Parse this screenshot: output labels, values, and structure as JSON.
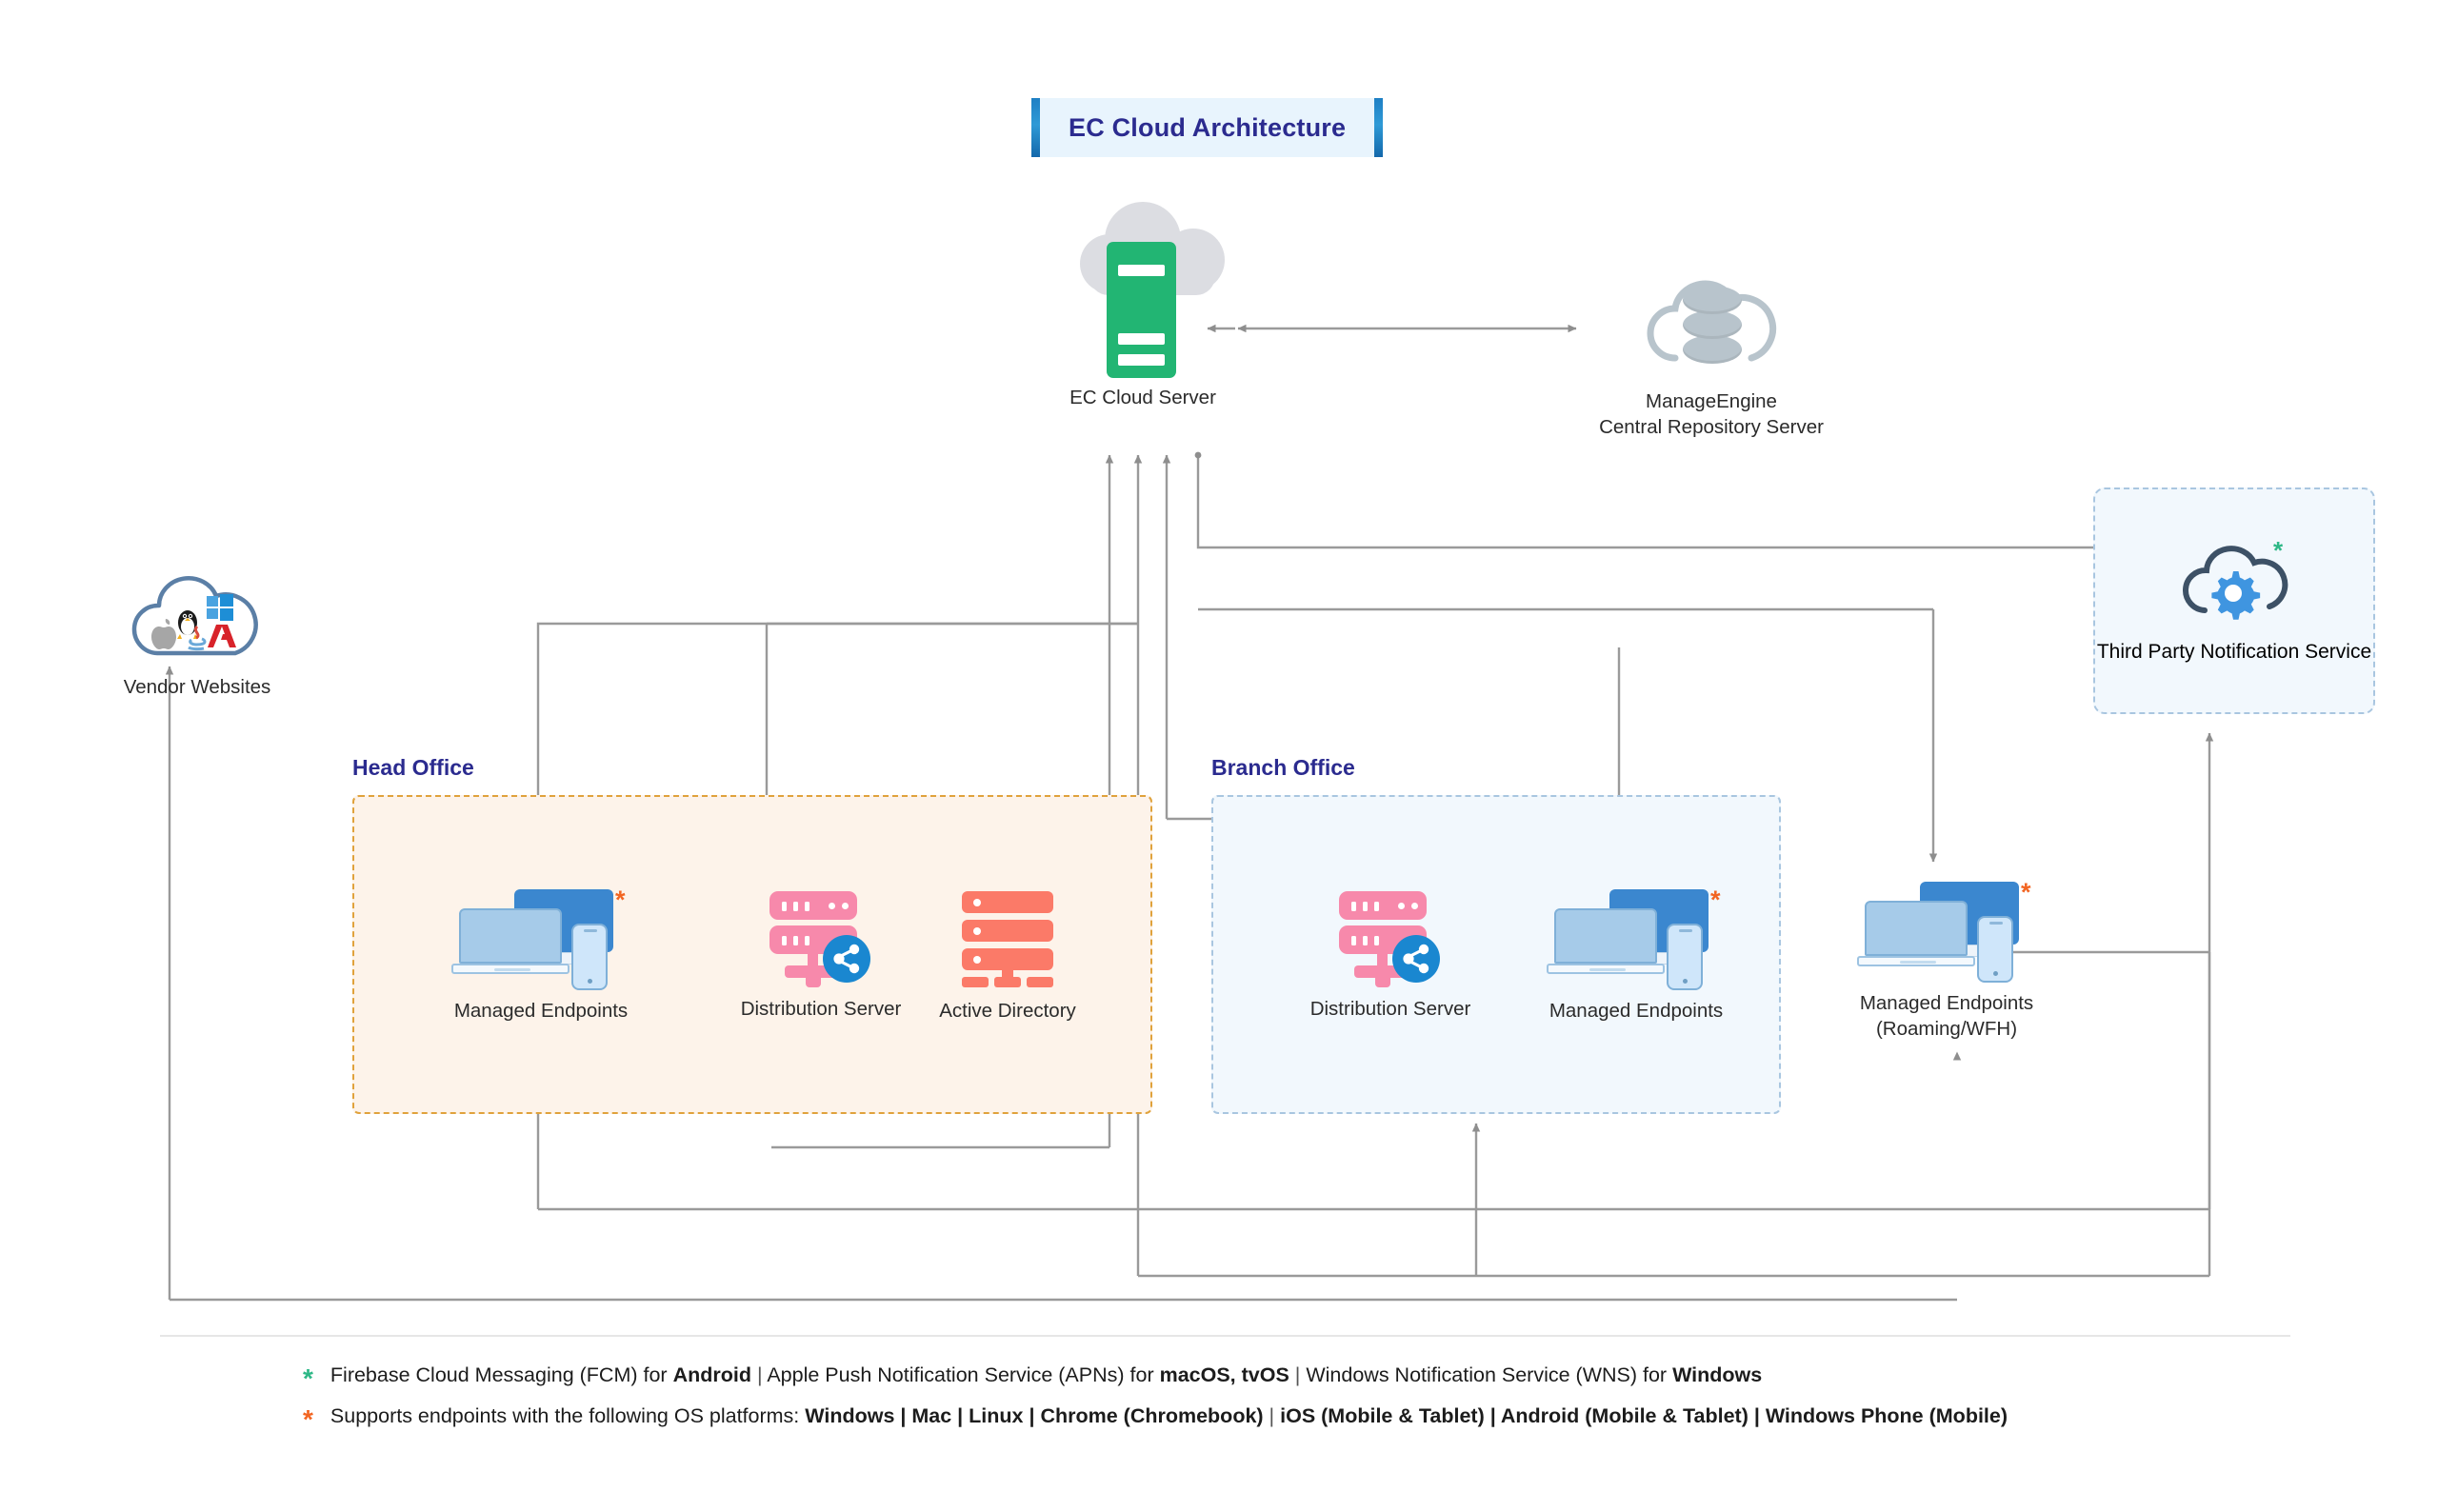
{
  "title": {
    "text": "EC Cloud Architecture"
  },
  "colors": {
    "title_text": "#2b2b8f",
    "title_bg": "#e8f4fd",
    "title_bar": "#1e7fc4",
    "zone_head_border": "#e0a23c",
    "zone_head_fill": "#fdf3ea",
    "zone_branch_border": "#a9c6e0",
    "zone_branch_fill": "#f2f8fd",
    "server_green": "#22b573",
    "distribution_pink": "#f789ab",
    "active_directory_coral": "#fb7a68",
    "endpoint_blue": "#3b87cf",
    "share_badge_blue": "#1a87d0",
    "gear_blue": "#3f95e0",
    "asterisk_orange": "#f26522",
    "asterisk_green": "#2eb887",
    "connector_grey": "#9a9a9a"
  },
  "nodes": {
    "ec_cloud_server": {
      "label": "EC Cloud Server",
      "icon": "cloud-server-icon"
    },
    "central_repository": {
      "label": "ManageEngine\nCentral Repository Server",
      "icon": "cloud-database-icon"
    },
    "vendor_websites": {
      "label": "Vendor Websites",
      "icon": "vendor-cloud-icon"
    },
    "third_party": {
      "label": "Third Party\nNotification Service",
      "icon": "cloud-gear-icon",
      "asterisk": "*"
    },
    "head_managed_endpoints": {
      "label": "Managed Endpoints",
      "icon": "devices-icon",
      "asterisk": "*"
    },
    "head_distribution_server": {
      "label": "Distribution Server",
      "icon": "distribution-server-icon"
    },
    "active_directory": {
      "label": "Active Directory",
      "icon": "active-directory-icon"
    },
    "branch_distribution_server": {
      "label": "Distribution Server",
      "icon": "distribution-server-icon"
    },
    "branch_managed_endpoints": {
      "label": "Managed Endpoints",
      "icon": "devices-icon",
      "asterisk": "*"
    },
    "roaming_endpoints": {
      "label": "Managed Endpoints\n(Roaming/WFH)",
      "icon": "devices-icon",
      "asterisk": "*"
    }
  },
  "zones": {
    "head_office": {
      "label": "Head Office"
    },
    "branch_office": {
      "label": "Branch Office"
    }
  },
  "legend": [
    {
      "marker": "*",
      "marker_color": "#2eb887",
      "parts": [
        {
          "t": "Firebase Cloud Messaging (FCM) for ",
          "b": false
        },
        {
          "t": "Android",
          "b": true
        },
        {
          "t": " | ",
          "b": false
        },
        {
          "t": "Apple Push Notification Service (APNs) for ",
          "b": false
        },
        {
          "t": "macOS, tvOS",
          "b": true
        },
        {
          "t": " | ",
          "b": false
        },
        {
          "t": "Windows Notification Service (WNS) for ",
          "b": false
        },
        {
          "t": "Windows",
          "b": true
        }
      ]
    },
    {
      "marker": "*",
      "marker_color": "#f26522",
      "parts": [
        {
          "t": "Supports endpoints with the following OS platforms: ",
          "b": false
        },
        {
          "t": "Windows | Mac | Linux | Chrome (Chromebook)",
          "b": true
        },
        {
          "t": " | ",
          "b": false
        },
        {
          "t": "iOS (Mobile & Tablet) | Android (Mobile & Tablet) | Windows Phone (Mobile)",
          "b": true
        }
      ]
    }
  ]
}
